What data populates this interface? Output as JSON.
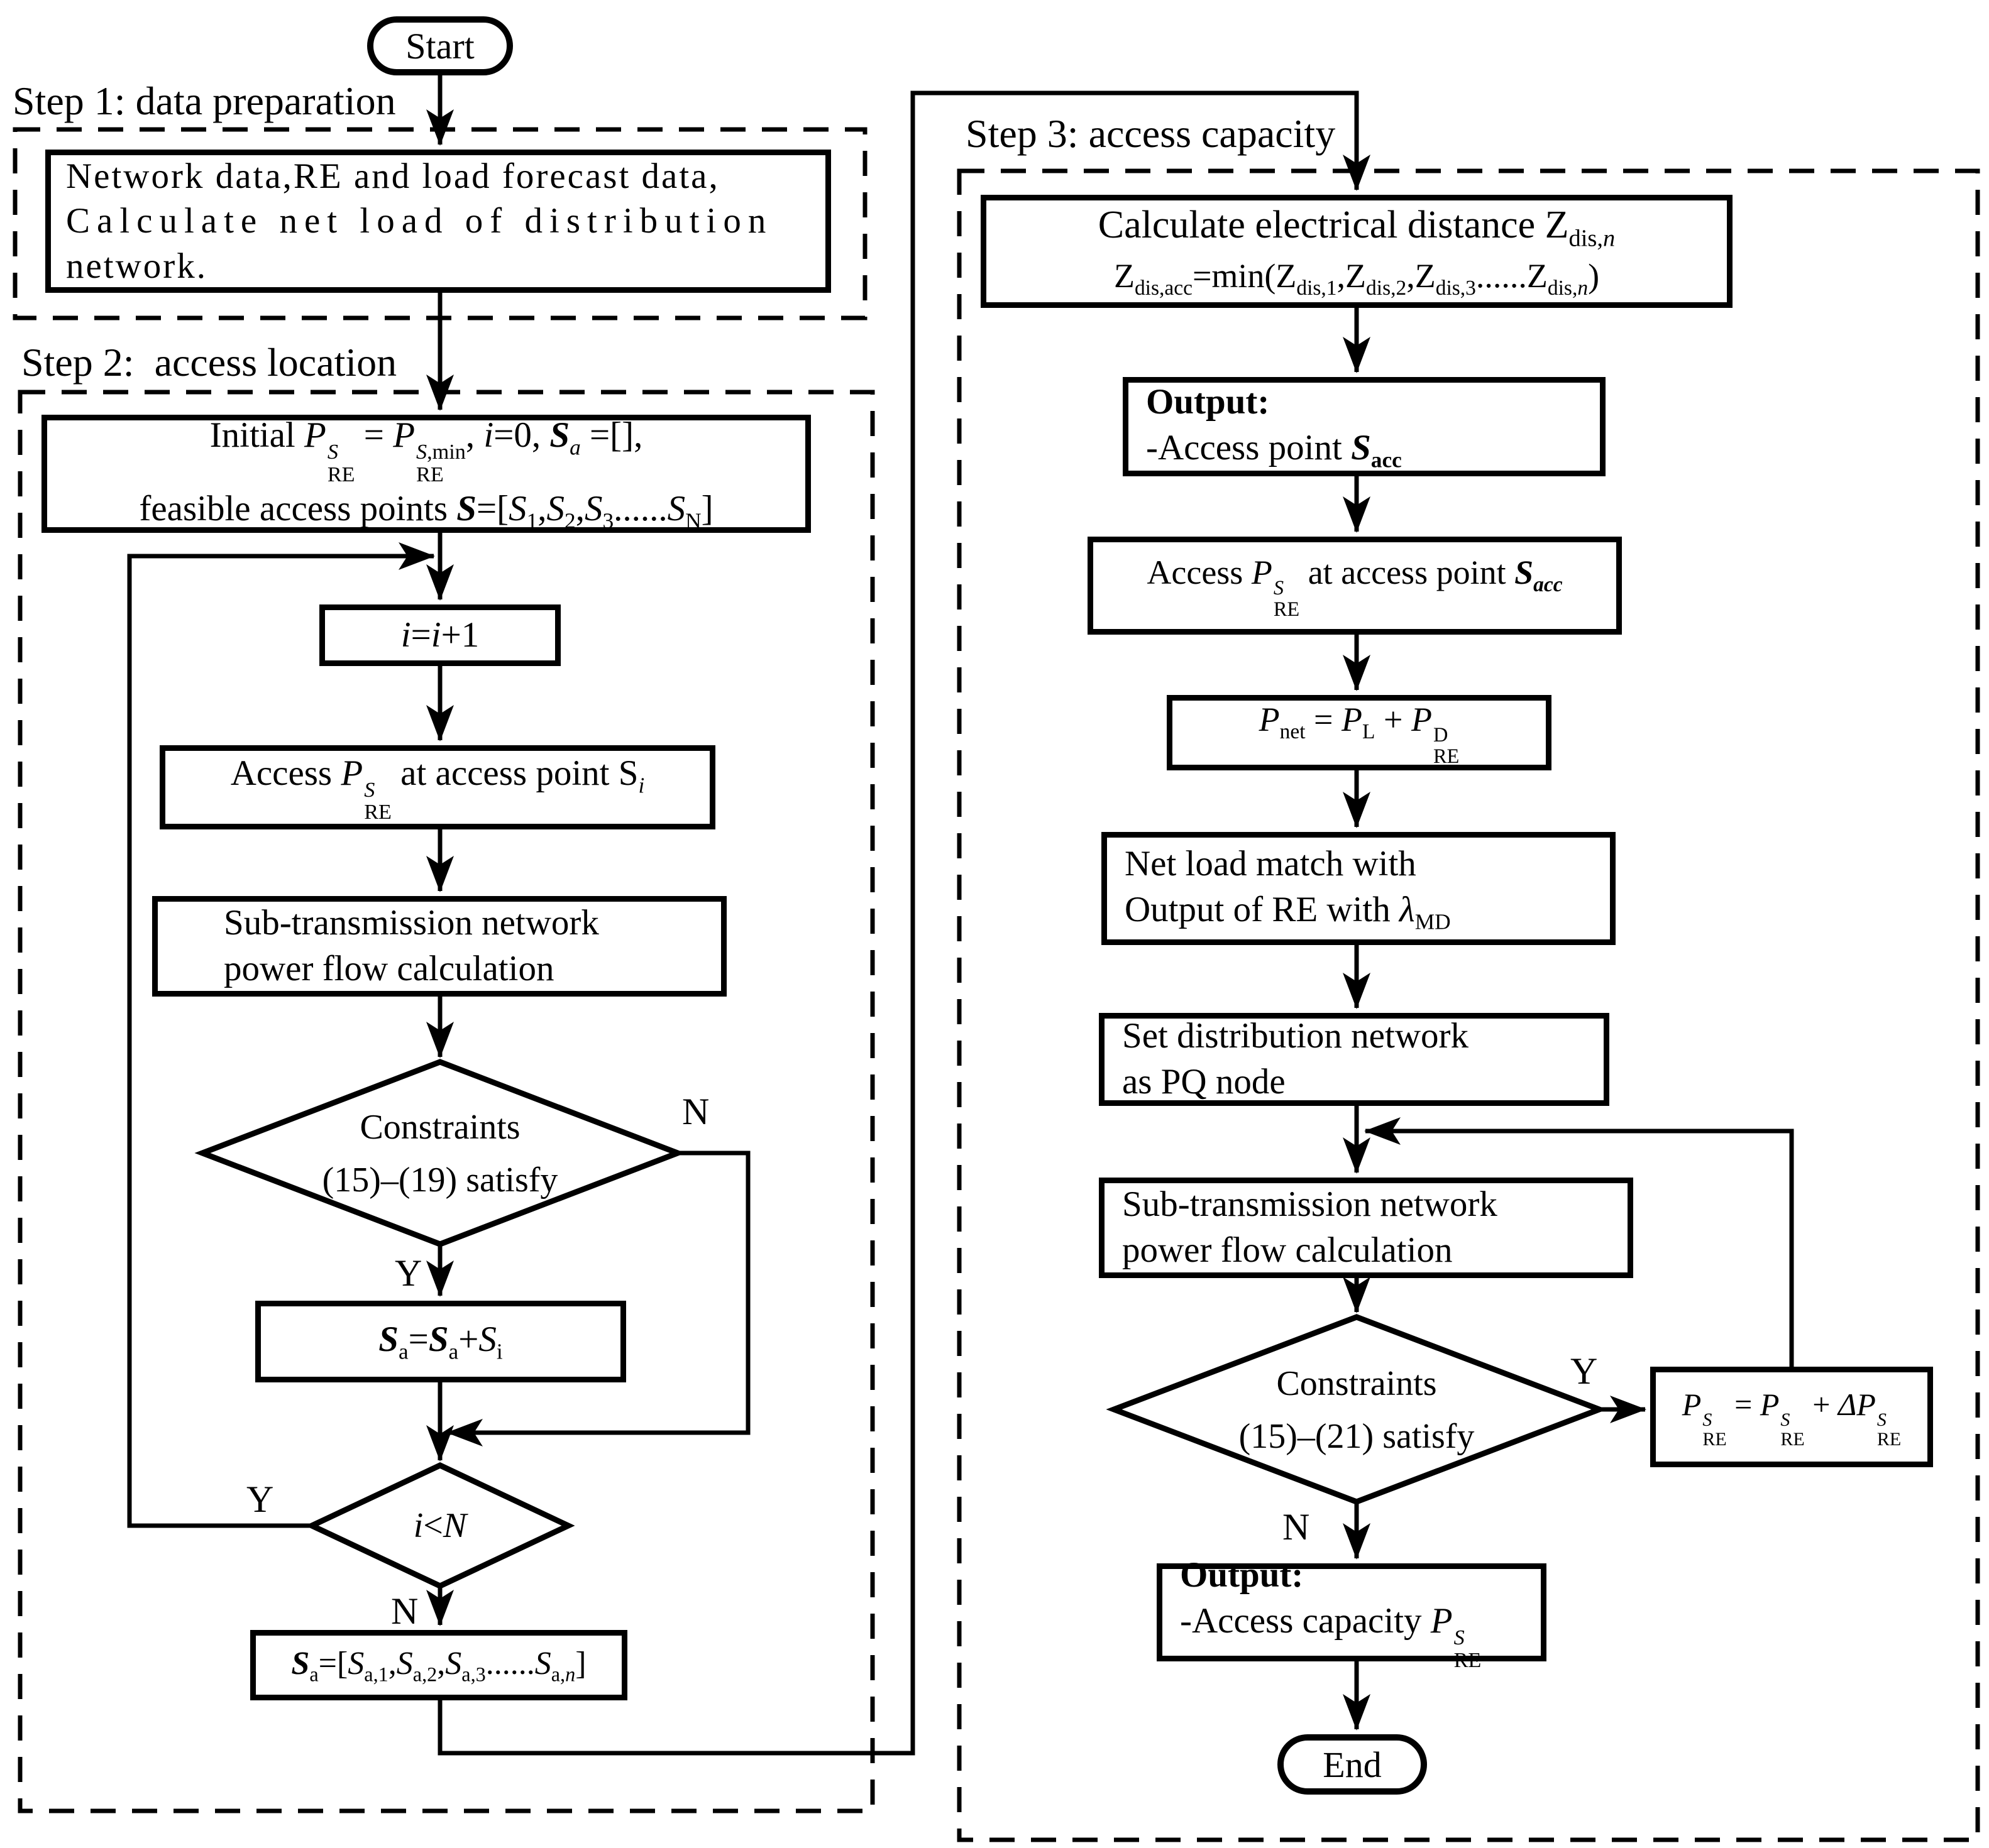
{
  "colors": {
    "ink": "#000000",
    "bg": "#ffffff"
  },
  "terminals": {
    "start": "Start",
    "end": "End"
  },
  "steps": {
    "step1": {
      "label": "Step 1: data preparation"
    },
    "step2": {
      "label": "Step 2:  access location"
    },
    "step3": {
      "label": "Step 3: access capacity"
    }
  },
  "boxes": {
    "network": {
      "l1": "Network data,RE and load forecast data,",
      "l2": "Calculate net load of distribution",
      "l3": "network."
    },
    "init": {
      "l1": "Initial ⟨P⟩§⟨S⟩|RE§ = ⟨P⟩§⟨S⟩,min|RE§, ⟨i⟩=0, ⟪⟨S⟩⟫⌄⟨a⟩⌄ =[],",
      "l2": "feasible access points ⟪⟨S⟩⟫=[⟨S⟩⌄1⌄,⟨S⟩⌄2⌄,⟨S⟩⌄3⌄......⟨S⟩⌄N⌄]"
    },
    "iinc": {
      "f": "⟨i⟩=⟨i⟩+1"
    },
    "access1": {
      "f": "Access ⟨P⟩§⟨S⟩|RE§ at access point S⌄⟨i⟩⌄"
    },
    "subtrans1": {
      "l1": "Sub-transmission network",
      "l2": "power flow calculation"
    },
    "sa_add": {
      "f": "⟪⟨S⟩⟫⌄a⌄=⟪⟨S⟩⟫⌄a⌄+⟨S⟩⌄i⌄"
    },
    "sa_list": {
      "f": "⟪⟨S⟩⟫⌄a⌄=[⟨S⟩⌄a,1⌄,⟨S⟩⌄a,2⌄,⟨S⟩⌄a,3⌄......⟨S⟩⌄a,⟨n⟩⌄]"
    },
    "calc": {
      "l1": "Calculate electrical distance Z⌄dis,⟨n⟩⌄",
      "l2": "Z⌄dis,acc⌄=min(Z⌄dis,1⌄,Z⌄dis,2⌄,Z⌄dis,3⌄......Z⌄dis,⟨n⟩⌄)"
    },
    "out1": {
      "l1": "⟪Output:⟫",
      "l2": "-Access point ⟪⟨S⟩⟫⌄⟪acc⟫⌄"
    },
    "access2": {
      "f": "Access ⟨P⟩§⟨S⟩|RE§ at access point ⟪⟨S⟩⟫⌄⟪⟨acc⟩⟫⌄"
    },
    "pnet": {
      "f": "⟨P⟩⌄net⌄ = ⟨P⟩⌄L⌄ + ⟨P⟩§D|RE§"
    },
    "netload": {
      "l1": "Net load match with",
      "l2": "Output of RE with ⟨λ⟩⌄MD⌄"
    },
    "setpq": {
      "l1": "Set distribution network",
      "l2": "as PQ node"
    },
    "subtrans2": {
      "l1": "Sub-transmission network",
      "l2": "power flow calculation"
    },
    "pplus": {
      "f": "⟨P⟩§⟨S⟩|RE§ = ⟨P⟩§⟨S⟩|RE§ + ⟨ΔP⟩§⟨S⟩|RE§"
    },
    "out2": {
      "l1": "⟪Output:⟫",
      "l2": "-Access capacity ⟨P⟩§⟨S⟩|RE§"
    }
  },
  "decisions": {
    "d1": {
      "l1": "Constraints",
      "l2": "(15)–(19) satisfy",
      "yes": "Y",
      "no": "N"
    },
    "din": {
      "f": "⟨i⟩<⟨N⟩",
      "yes": "Y",
      "no": "N"
    },
    "d2": {
      "l1": "Constraints",
      "l2": "(15)–(21) satisfy",
      "yes": "Y",
      "no": "N"
    }
  }
}
